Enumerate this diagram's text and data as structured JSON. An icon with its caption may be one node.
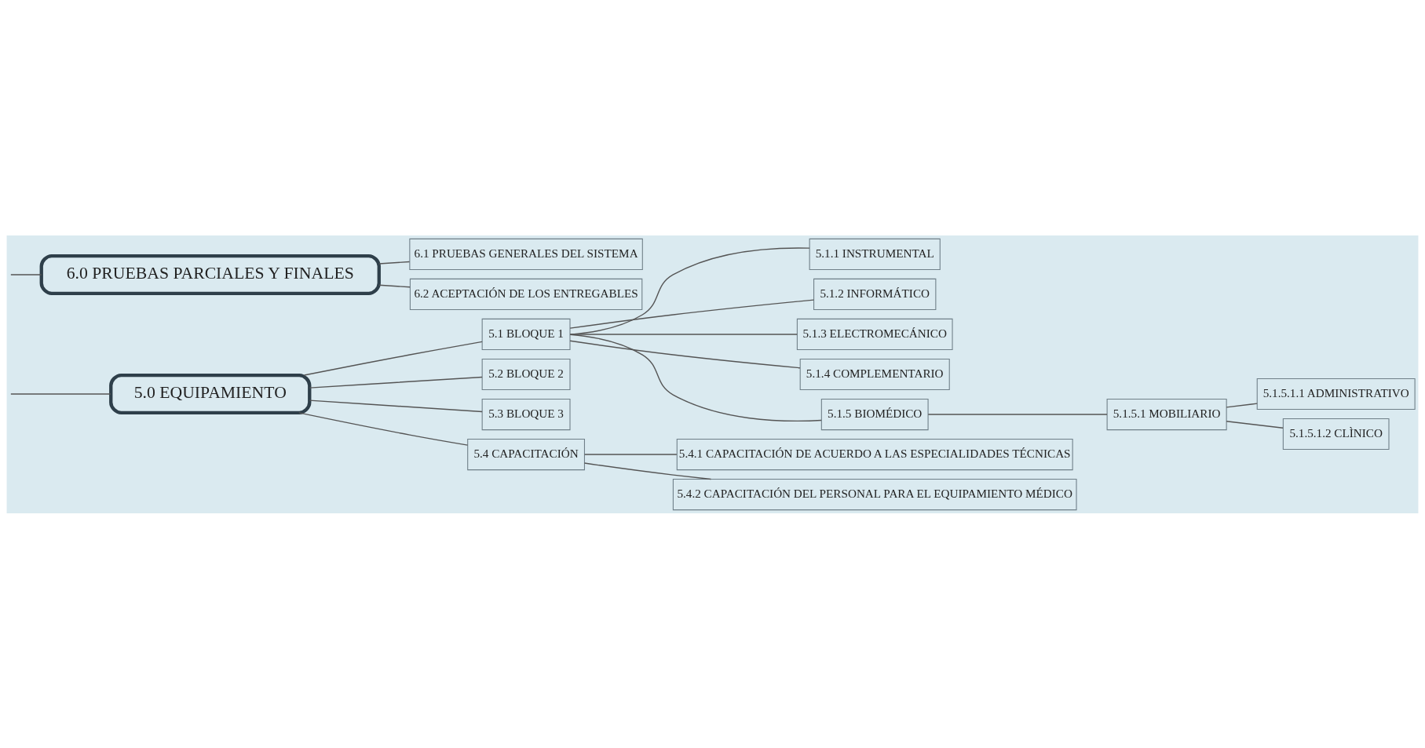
{
  "diagram": {
    "nodes": [
      {
        "text": [
          "5.0 EQUIPAMIENTO"
        ]
      },
      {
        "text": [
          "5.1 BLOQUE 1"
        ]
      },
      {
        "text": [
          "5.1.1 INSTRUMENTAL"
        ]
      },
      {
        "text": [
          "5.1.2 INFORMÁTICO"
        ]
      },
      {
        "text": [
          "5.1.3 ELECTROMECÁNICO"
        ]
      },
      {
        "text": [
          "5.1.4 COMPLEMENTARIO"
        ]
      },
      {
        "text": [
          "5.1.5 BIOMÉDICO"
        ]
      },
      {
        "text": [
          "5.1.5.1 MOBILIARIO"
        ]
      },
      {
        "text": [
          "5.1.5.1.1 ADMINISTRATIVO"
        ]
      },
      {
        "text": [
          "5.1.5.1.2 CLÌNICO"
        ]
      },
      {
        "text": [
          "5.2 BLOQUE 2"
        ]
      },
      {
        "text": [
          "5.3 BLOQUE 3"
        ]
      },
      {
        "text": [
          "5.4 CAPACITACIÓN"
        ]
      },
      {
        "text": [
          "5.4.1 CAPACITACIÓN DE ACUERDO A LAS ESPECIALIDADES TÉCNICAS"
        ]
      },
      {
        "text": [
          "5.4.2 CAPACITACIÓN DEL PERSONAL PARA EL EQUIPAMIENTO MÉDICO"
        ]
      },
      {
        "text": [
          "6.0 PRUEBAS PARCIALES Y FINALES"
        ]
      },
      {
        "text": [
          "6.1 PRUEBAS GENERALES DEL SISTEMA"
        ]
      },
      {
        "text": [
          "6.2 ACEPTACIÓN DE LOS ENTREGABLES"
        ]
      }
    ],
    "edges": [
      {
        "from": null,
        "to": 0,
        "arrow": "none"
      },
      {
        "from": 0,
        "to": 1,
        "arrow": "none"
      },
      {
        "from": 1,
        "to": 2,
        "arrow": "none"
      },
      {
        "from": 1,
        "to": 3,
        "arrow": "none"
      },
      {
        "from": 1,
        "to": 4,
        "arrow": "none"
      },
      {
        "from": 1,
        "to": 5,
        "arrow": "none"
      },
      {
        "from": 1,
        "to": 6,
        "arrow": "none"
      },
      {
        "from": 6,
        "to": 7,
        "arrow": "none"
      },
      {
        "from": 7,
        "to": 8,
        "arrow": "none"
      },
      {
        "from": 7,
        "to": 9,
        "arrow": "none"
      },
      {
        "from": 0,
        "to": 10,
        "arrow": "none"
      },
      {
        "from": 0,
        "to": 11,
        "arrow": "none"
      },
      {
        "from": 0,
        "to": 12,
        "arrow": "none"
      },
      {
        "from": 12,
        "to": 13,
        "arrow": "none"
      },
      {
        "from": 12,
        "to": 14,
        "arrow": "none"
      },
      {
        "from": null,
        "to": 15,
        "arrow": "none"
      },
      {
        "from": 15,
        "to": 16,
        "arrow": "none"
      },
      {
        "from": 15,
        "to": 17,
        "arrow": "none"
      }
    ]
  }
}
